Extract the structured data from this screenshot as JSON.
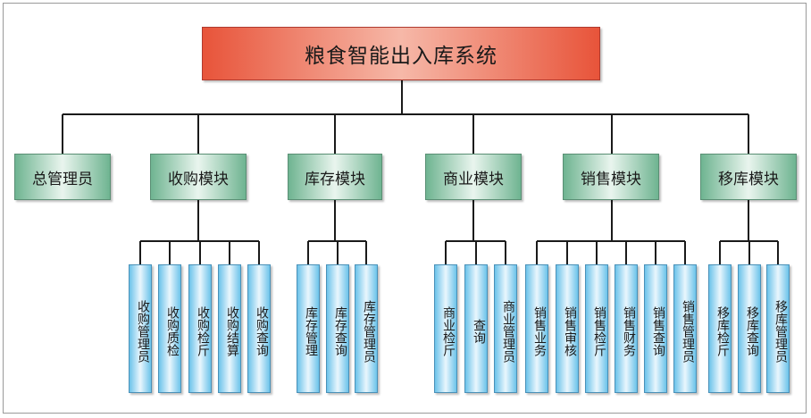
{
  "title": "粮食智能出入库系统",
  "modules": [
    {
      "name": "总管理员",
      "children": []
    },
    {
      "name": "收购模块",
      "children": [
        "收购管理员",
        "收购质检",
        "收购检斤",
        "收购结算",
        "收购查询"
      ]
    },
    {
      "name": "库存模块",
      "children": [
        "库存管理",
        "库存查询",
        "库存管理员"
      ]
    },
    {
      "name": "商业模块",
      "children": [
        "商业检斤",
        "查询",
        "商业管理员"
      ]
    },
    {
      "name": "销售模块",
      "children": [
        "销售业务",
        "销售审核",
        "销售检斤",
        "销售财务",
        "销售查询",
        "销售管理员"
      ]
    },
    {
      "name": "移库模块",
      "children": [
        "移库检斤",
        "移库查询",
        "移库管理员"
      ]
    }
  ],
  "colors": {
    "root": "#e8543a",
    "module": "#6fb491",
    "leaf": "#6cc3ea",
    "line": "#1a1a1a"
  }
}
